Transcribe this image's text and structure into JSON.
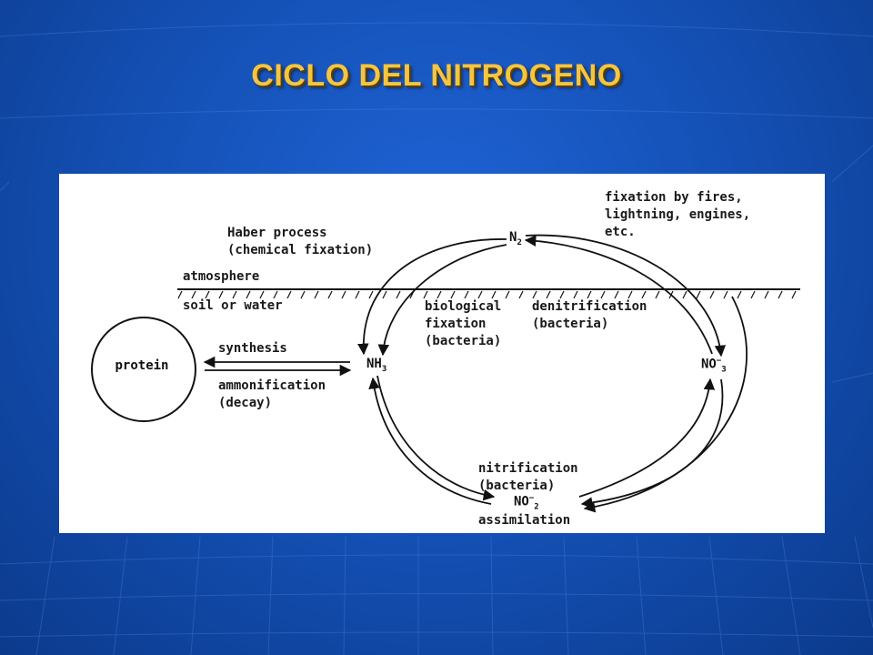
{
  "slide": {
    "title": "CICLO DEL NITROGENO"
  },
  "diagram": {
    "nodes": {
      "n2": {
        "base": "N",
        "sub": "2",
        "sup": ""
      },
      "nh3": {
        "base": "NH",
        "sub": "3",
        "sup": ""
      },
      "no3": {
        "base": "NO",
        "sub": "3",
        "sup": "−"
      },
      "no2": {
        "base": "NO",
        "sub": "2",
        "sup": "−"
      },
      "protein": "protein"
    },
    "labels": {
      "haber": "Haber process\n(chemical fixation)",
      "fires": "fixation by fires,\nlightning, engines,\netc.",
      "atmosphere": "atmosphere",
      "soil": "soil or water",
      "biological": "biological\nfixation\n(bacteria)",
      "denitrification": "denitrification\n(bacteria)",
      "synthesis": "synthesis",
      "ammonification": "ammonification\n(decay)",
      "nitrification": "nitrification\n(bacteria)",
      "assimilation": "assimilation"
    },
    "colors": {
      "ink": "#111111",
      "title": "#f5c542",
      "background": "#1552b8"
    }
  }
}
